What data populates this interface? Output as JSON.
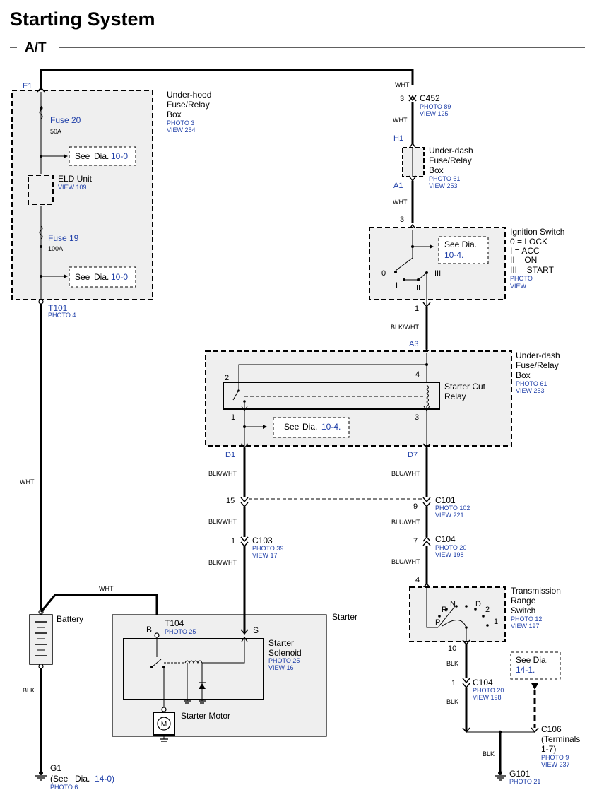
{
  "title": "Starting System",
  "subtitle": "A/T",
  "colors": {
    "accent": "#1f3fa8",
    "box_fill": "#efefef",
    "wire": "#000000"
  },
  "underhood": {
    "label": [
      "Under-hood",
      "Fuse/Relay",
      "Box"
    ],
    "photo": "PHOTO 3",
    "view": "VIEW 254",
    "e1": "E1",
    "fuse20": "Fuse 20",
    "fuse20_amp": "50A",
    "see1_prefix": "See",
    "see1_dia": "Dia.",
    "see1_ref": "10-0",
    "eld": "ELD Unit",
    "eld_view": "VIEW 109",
    "fuse19": "Fuse 19",
    "fuse19_amp": "100A",
    "see2_prefix": "See",
    "see2_dia": "Dia.",
    "see2_ref": "10-0",
    "t101": "T101",
    "t101_photo": "PHOTO 4"
  },
  "c452": {
    "pin": "3",
    "label": "C452",
    "photo": "PHOTO 89",
    "view": "VIEW 125",
    "wire_top": "WHT",
    "wire_bottom": "WHT"
  },
  "underdash1": {
    "h1": "H1",
    "a1": "A1",
    "label": [
      "Under-dash",
      "Fuse/Relay",
      "Box"
    ],
    "photo": "PHOTO 61",
    "view": "VIEW 253",
    "wire": "WHT"
  },
  "ignition": {
    "label": "Ignition Switch",
    "positions": [
      "0   = LOCK",
      "I    = ACC",
      "II   = ON",
      "III  = START"
    ],
    "photo": "PHOTO",
    "view": "VIEW",
    "pin_in": "3",
    "pin_out": "1",
    "see_text": "See Dia.",
    "see_ref": "10-4.",
    "pos_labels": [
      "0",
      "I",
      "II",
      "III"
    ],
    "wire_out": "BLK/WHT"
  },
  "relaybox": {
    "a3": "A3",
    "label": [
      "Under-dash",
      "Fuse/Relay",
      "Box"
    ],
    "photo": "PHOTO 61",
    "view": "VIEW 253",
    "relay": [
      "Starter Cut",
      "Relay"
    ],
    "pins": [
      "2",
      "4",
      "1",
      "3"
    ],
    "see_prefix": "See",
    "see_dia": "Dia.",
    "see_ref": "10-4.",
    "d1": "D1",
    "d7": "D7"
  },
  "left_chain": {
    "wire1": "BLK/WHT",
    "pin15": "15",
    "wire2": "BLK/WHT",
    "c103_pin": "1",
    "c103": "C103",
    "c103_photo": "PHOTO 39",
    "c103_view": "VIEW 17",
    "wire3": "BLK/WHT"
  },
  "right_chain": {
    "wire1": "BLU/WHT",
    "c101_pin": "9",
    "c101": "C101",
    "c101_photo": "PHOTO 102",
    "c101_view": "VIEW 221",
    "wire2": "BLU/WHT",
    "c104_pin": "7",
    "c104": "C104",
    "c104_photo": "PHOTO 20",
    "c104_view": "VIEW 198",
    "wire3": "BLU/WHT"
  },
  "trs": {
    "pin_in": "4",
    "label": [
      "Transmission",
      "Range",
      "Switch"
    ],
    "photo": "PHOTO 12",
    "view": "VIEW 197",
    "pos_labels": [
      "N",
      "R",
      "D",
      "2",
      "P",
      "1"
    ],
    "pin_out": "10",
    "wire1": "BLK",
    "c104_pin": "1",
    "c104": "C104",
    "c104_photo": "PHOTO 20",
    "c104_view": "VIEW 198",
    "wire2": "BLK"
  },
  "see14": {
    "text": "See Dia.",
    "ref": "14-1."
  },
  "c106": {
    "label": "C106",
    "sub": [
      "(Terminals",
      "1-7)"
    ],
    "photo": "PHOTO 9",
    "view": "VIEW 237"
  },
  "g101": {
    "wire": "BLK",
    "label": "G101",
    "photo": "PHOTO 21"
  },
  "left_wires": {
    "wht": "WHT",
    "wht2": "WHT",
    "blk": "BLK"
  },
  "battery": {
    "label": "Battery"
  },
  "g1": {
    "label": "G1",
    "see_prefix": "(See",
    "see_dia": "Dia.",
    "see_ref": "14-0)",
    "photo": "PHOTO 6"
  },
  "starter": {
    "label": "Starter",
    "t104": "T104",
    "t104_photo": "PHOTO 25",
    "b": "B",
    "s": "S",
    "solenoid": [
      "Starter",
      "Solenoid"
    ],
    "solenoid_photo": "PHOTO 25",
    "solenoid_view": "VIEW 16",
    "motor": "Starter Motor",
    "motor_symbol": "M"
  }
}
